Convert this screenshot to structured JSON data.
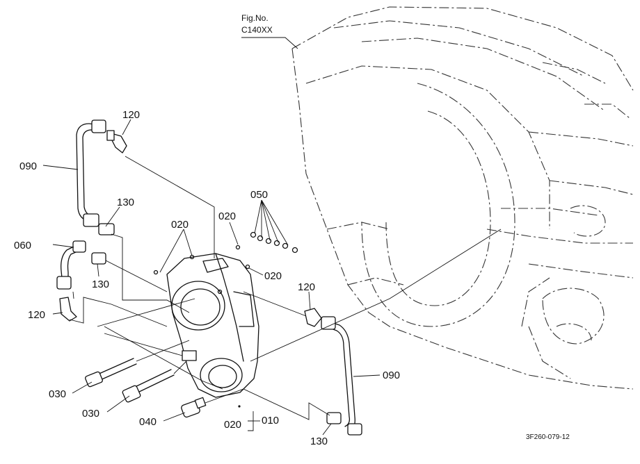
{
  "figure_ref": {
    "line1": "Fig.No.",
    "line2": "C140XX"
  },
  "drawing_code": "3F260-079-12",
  "callouts": {
    "c120_top": "120",
    "c090_left": "090",
    "c130_mid": "130",
    "c020_a": "020",
    "c020_b": "020",
    "c050": "050",
    "c060": "060",
    "c130_left": "130",
    "c020_c": "020",
    "c120_right": "120",
    "c120_left": "120",
    "c090_right": "090",
    "c030_a": "030",
    "c030_b": "030",
    "c040": "040",
    "c020_d": "020",
    "c010": "010",
    "c130_bottom": "130"
  }
}
